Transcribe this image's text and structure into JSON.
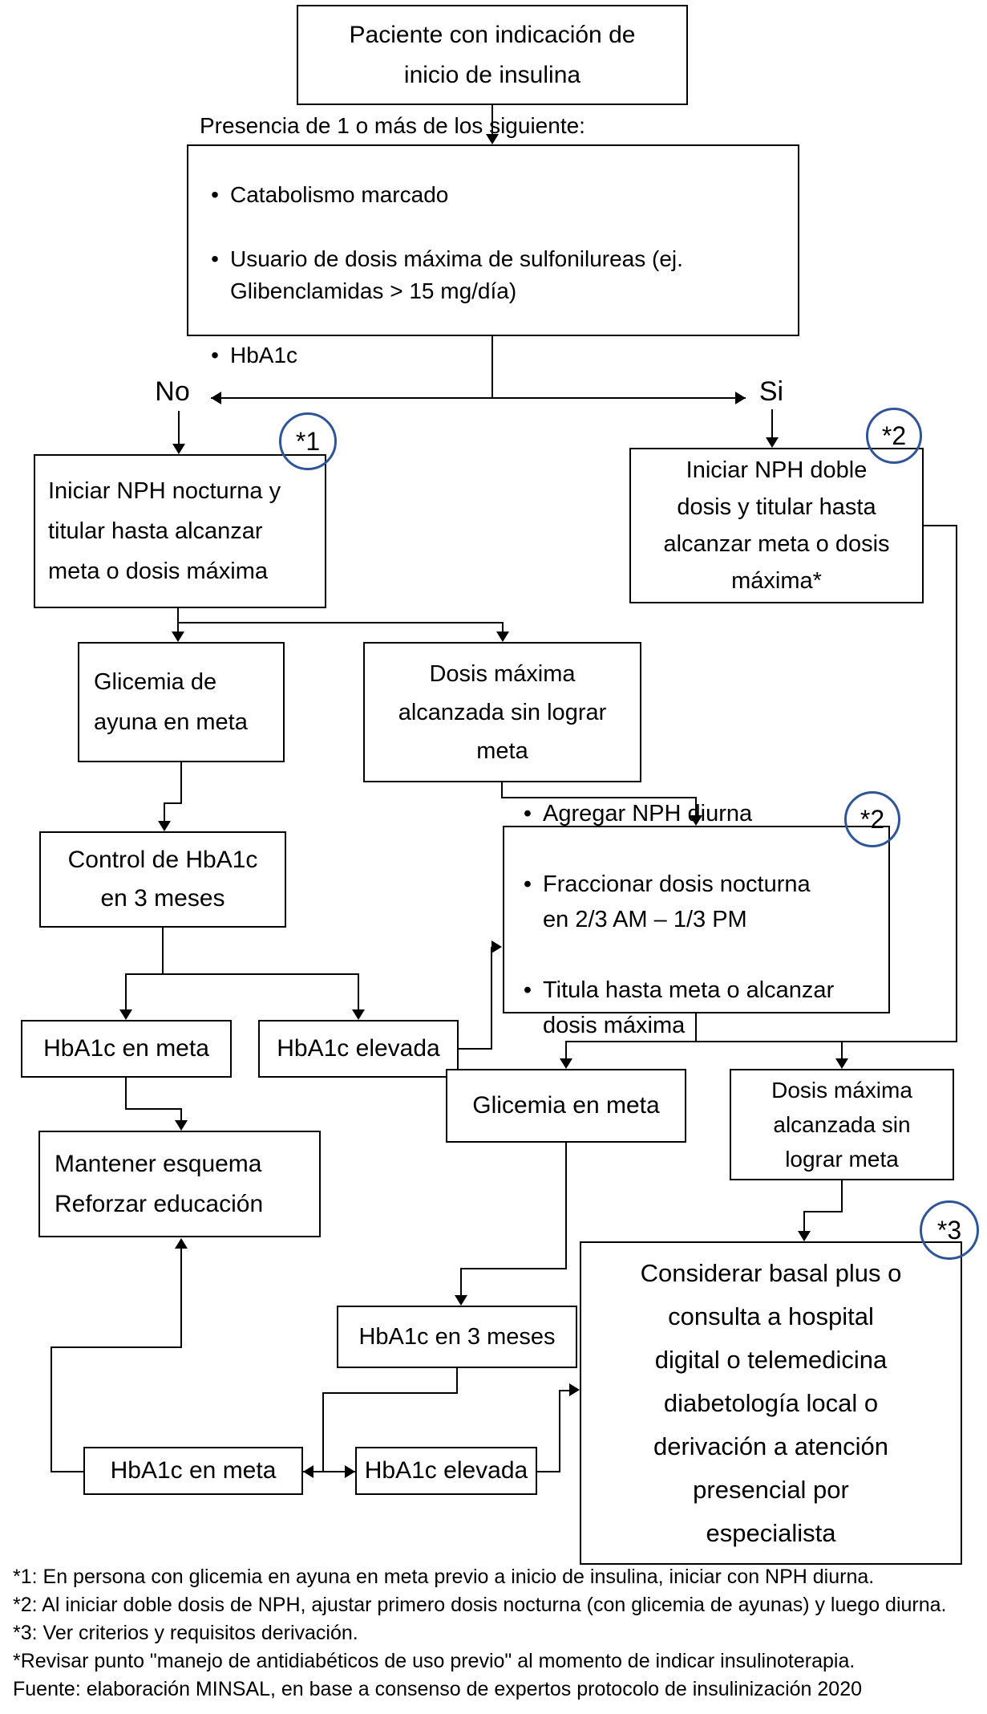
{
  "diagram": {
    "title_domain": "Flujograma de inicio de insulina",
    "nodes": {
      "start": {
        "label": "Paciente con indicación de\ninicio de insulina"
      },
      "criteria": {
        "header": "Presencia de 1 o más de los siguiente:",
        "items": [
          "Catabolismo marcado",
          "Usuario de dosis máxima de sulfonilureas (ej.\nGlibenclamidas > 15 mg/día)",
          "HbA1c"
        ]
      },
      "nph_nocturna": {
        "label": "Iniciar NPH nocturna y\ntitular hasta alcanzar\nmeta o dosis máxima"
      },
      "nph_doble": {
        "label": "Iniciar NPH doble\ndosis y titular hasta\nalcanzar meta o dosis\nmáxima*"
      },
      "glicemia_ayuna": {
        "label": "Glicemia de\nayuna en meta"
      },
      "dosis_maxima_1": {
        "label": "Dosis máxima\nalcanzada sin lograr\nmeta"
      },
      "control_hba1c": {
        "label": "Control de HbA1c\nen 3 meses"
      },
      "hba1c_meta_1": {
        "label": "HbA1c en meta"
      },
      "hba1c_elevada_1": {
        "label": "HbA1c elevada"
      },
      "agregar_nph": {
        "items": [
          "Agregar NPH diurna",
          "Fraccionar dosis nocturna\nen 2/3 AM – 1/3 PM",
          "Titula hasta meta o alcanzar\ndosis máxima"
        ]
      },
      "glicemia_meta": {
        "label": "Glicemia en meta"
      },
      "dosis_maxima_2": {
        "label": "Dosis máxima\nalcanzada sin\nlograr meta"
      },
      "mantener": {
        "label": "Mantener esquema\nReforzar educación"
      },
      "hba1c_3_meses": {
        "label": "HbA1c en 3 meses"
      },
      "hba1c_meta_2": {
        "label": "HbA1c en meta"
      },
      "hba1c_elevada_2": {
        "label": "HbA1c elevada"
      },
      "considerar": {
        "label": "Considerar basal plus o\nconsulta a hospital\ndigital o telemedicina\ndiabetología local o\nderivación a atención\npresencial por\nespecialista"
      }
    },
    "edge_labels": {
      "no": "No",
      "si": "Si"
    },
    "annotations": {
      "a1": "*1",
      "a2_right": "*2",
      "a2_mid": "*2",
      "a3": "*3"
    },
    "footnotes": [
      "*1: En persona con glicemia en ayuna en meta previo a inicio de insulina, iniciar con NPH diurna.",
      "*2: Al iniciar doble dosis de NPH, ajustar primero dosis nocturna (con glicemia de ayunas) y luego diurna.",
      "*3: Ver criterios y requisitos derivación.",
      "*Revisar punto \"manejo de antidiabéticos de uso previo\" al momento de indicar insulinoterapia.",
      "Fuente: elaboración MINSAL, en base a consenso de expertos protocolo de insulinización 2020"
    ],
    "colors": {
      "annotation_circle": "#2e5597",
      "line": "#000000",
      "box_border": "#000000",
      "background": "#ffffff",
      "text": "#000000"
    }
  }
}
